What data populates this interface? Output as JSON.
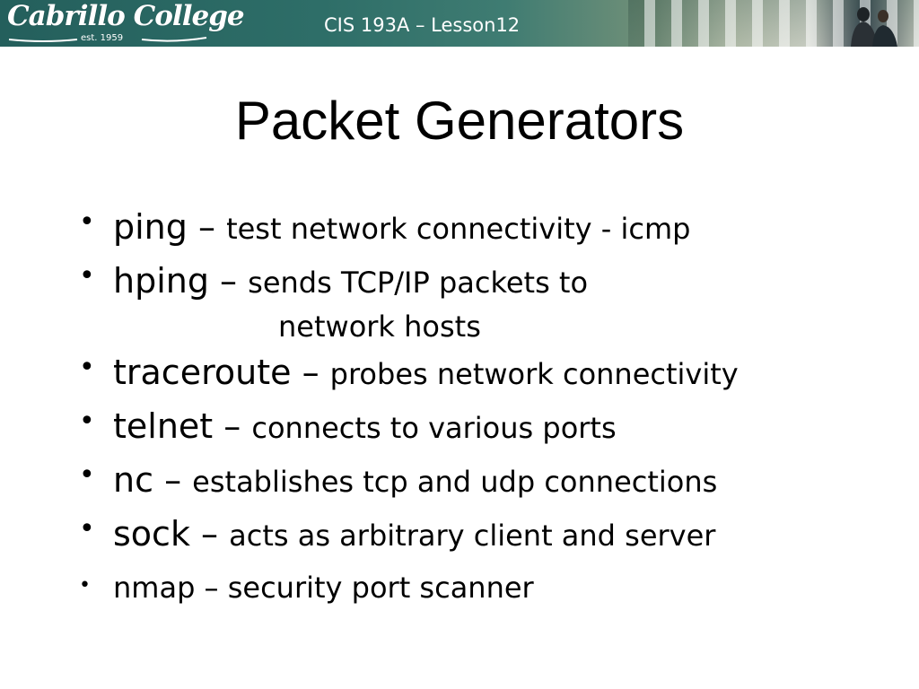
{
  "header": {
    "logo_text": "Cabrillo College",
    "logo_sub": "est. 1959",
    "course_title": "CIS 193A – Lesson12"
  },
  "slide": {
    "title": "Packet Generators",
    "bullets": [
      {
        "term": "ping",
        "sep": " – ",
        "desc": "test network connectivity - icmp"
      },
      {
        "term": "hping",
        "sep": " – ",
        "desc": "sends TCP/IP packets to",
        "desc_cont": "network hosts"
      },
      {
        "term": "traceroute",
        "sep": " – ",
        "desc": "probes network connectivity"
      },
      {
        "term": "telnet",
        "sep": " – ",
        "desc": "connects to various ports"
      },
      {
        "term": "nc",
        "sep": " – ",
        "desc": "establishes tcp and udp connections"
      },
      {
        "term": "sock",
        "sep": " – ",
        "desc": "acts as arbitrary client and server"
      },
      {
        "text": "nmap – security port scanner"
      }
    ],
    "bullet_glyph": "•"
  }
}
